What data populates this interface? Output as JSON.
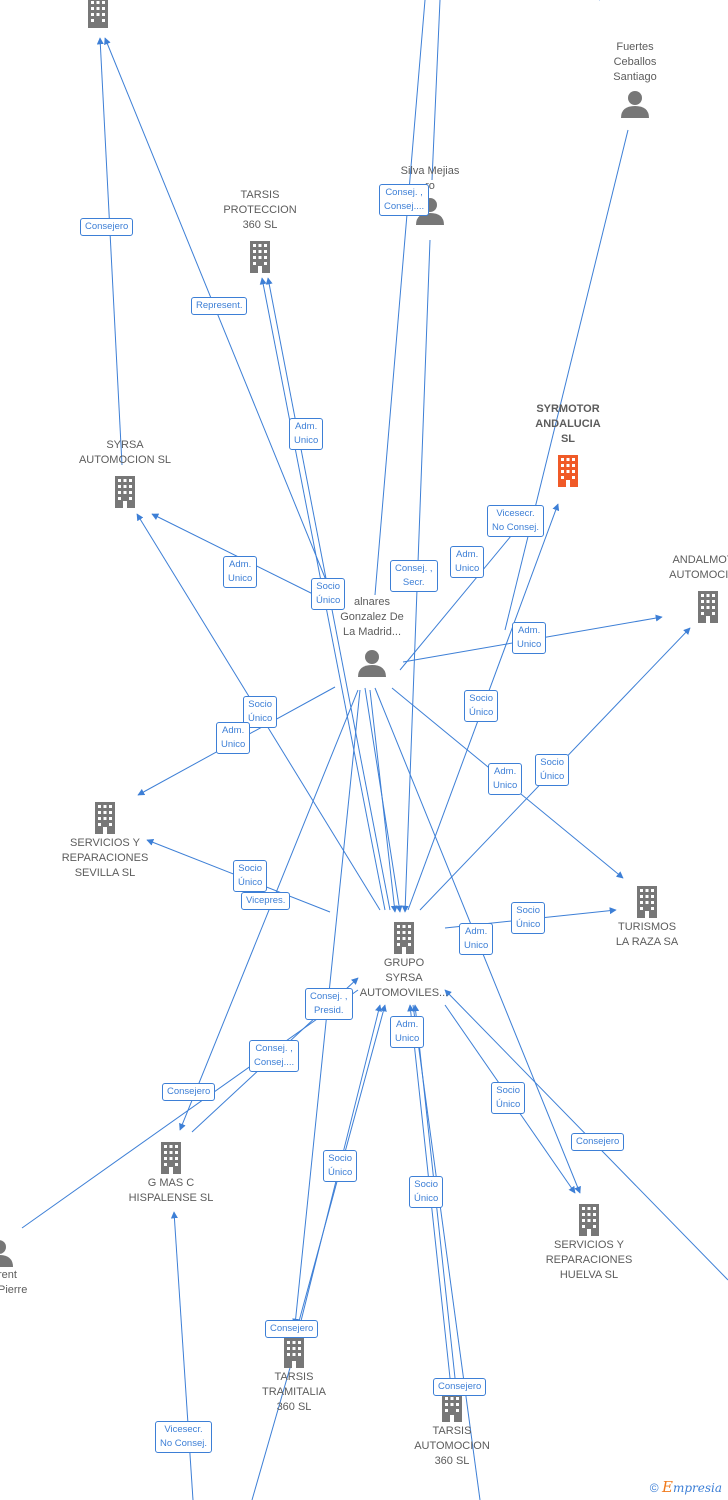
{
  "nodes": {
    "tarsis_proteccion": {
      "label": "TARSIS\nPROTECCION\n360  SL",
      "type": "company"
    },
    "syrsa_automocion": {
      "label": "SYRSA\nAUTOMOCION SL",
      "type": "company"
    },
    "syrmotor": {
      "label": "SYRMOTOR\nANDALUCIA\nSL",
      "type": "company-highlight"
    },
    "andalmot": {
      "label": "ANDALMOT\nAUTOMOCIO",
      "type": "company"
    },
    "fuertes": {
      "label": "Fuertes\nCeballos\nSantiago",
      "type": "person"
    },
    "silva": {
      "label": "Silva Mejias\nro",
      "type": "person"
    },
    "central_person": {
      "label": "alnares\nGonzalez De\nLa Madrid...",
      "type": "person"
    },
    "servicios_sevilla": {
      "label": "SERVICIOS Y\nREPARACIONES\nSEVILLA SL",
      "type": "company"
    },
    "turismos": {
      "label": "TURISMOS\nLA RAZA SA",
      "type": "company"
    },
    "grupo_syrsa": {
      "label": "GRUPO\nSYRSA\nAUTOMOVILES...",
      "type": "company"
    },
    "gmasc": {
      "label": "G MAS C\nHISPALENSE SL",
      "type": "company"
    },
    "servicios_huelva": {
      "label": "SERVICIOS Y\nREPARACIONES\nHUELVA SL",
      "type": "company"
    },
    "left_person": {
      "label": "rent\nPierre",
      "type": "person"
    },
    "tarsis_tramitalia": {
      "label": "TARSIS\nTRAMITALIA\n360  SL",
      "type": "company"
    },
    "tarsis_automocion": {
      "label": "TARSIS\nAUTOMOCION\n360  SL",
      "type": "company"
    },
    "top_company": {
      "label": "",
      "type": "company"
    }
  },
  "edge_labels": {
    "consejero_1": "Consejero",
    "represent": "Represent.",
    "consej_consej_top": "Consej. ,\nConsej....",
    "adm_unico_1": "Adm.\nUnico",
    "adm_unico_2": "Adm.\nUnico",
    "adm_unico_3": "Adm.\nUnico",
    "adm_unico_4": "Adm.\nUnico",
    "adm_unico_5": "Adm.\nUnico",
    "adm_unico_6": "Adm.\nUnico",
    "adm_unico_7": "Adm.\nUnico",
    "adm_unico_8": "Adm.\nUnico",
    "vicesecr_1": "Vicesecr.\nNo Consej.",
    "socio_unico_1": "Socio\nÚnico",
    "consej_secr": "Consej. ,\nSecr.",
    "socio_unico_2": "Socio\nÚnico",
    "socio_unico_3": "Socio\nÚnico",
    "socio_unico_4": "Socio\nÚnico",
    "socio_unico_5": "Socio\nÚnico",
    "socio_unico_6": "Socio\nÚnico",
    "vicepres": "Vicepres.",
    "consej_presid": "Consej. ,\nPresid.",
    "consej_consej_mid": "Consej. ,\nConsej....",
    "consejero_2": "Consejero",
    "socio_unico_7": "Socio\nÚnico",
    "socio_unico_8": "Socio\nÚnico",
    "socio_unico_9": "Socio\nÚnico",
    "consejero_3": "Consejero",
    "consejero_4": "Consejero",
    "consejero_5": "Consejero",
    "vicesecr_2": "Vicesecr.\nNo Consej."
  },
  "brand": {
    "symbol": "©",
    "e": "E",
    "rest": "mpresia"
  },
  "colors": {
    "edge": "#3d7fd6",
    "icon": "#777777",
    "highlight": "#f05a28"
  }
}
